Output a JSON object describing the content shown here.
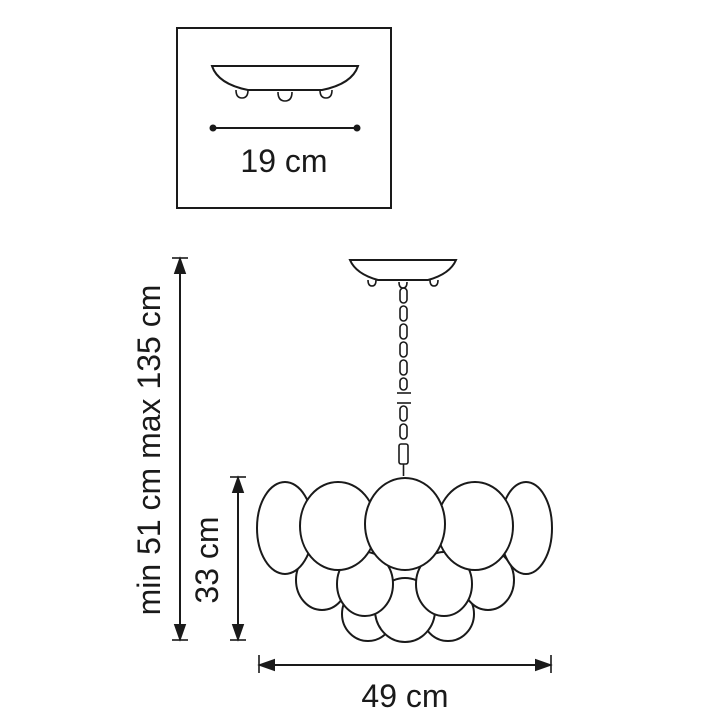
{
  "canopy_detail": {
    "width_label": "19 cm"
  },
  "dimensions": {
    "height_range_label": "min 51 cm max 135 cm",
    "body_height_label": "33 cm",
    "width_label": "49 cm"
  },
  "colors": {
    "line": "#1a1a1a",
    "background": "#ffffff"
  }
}
